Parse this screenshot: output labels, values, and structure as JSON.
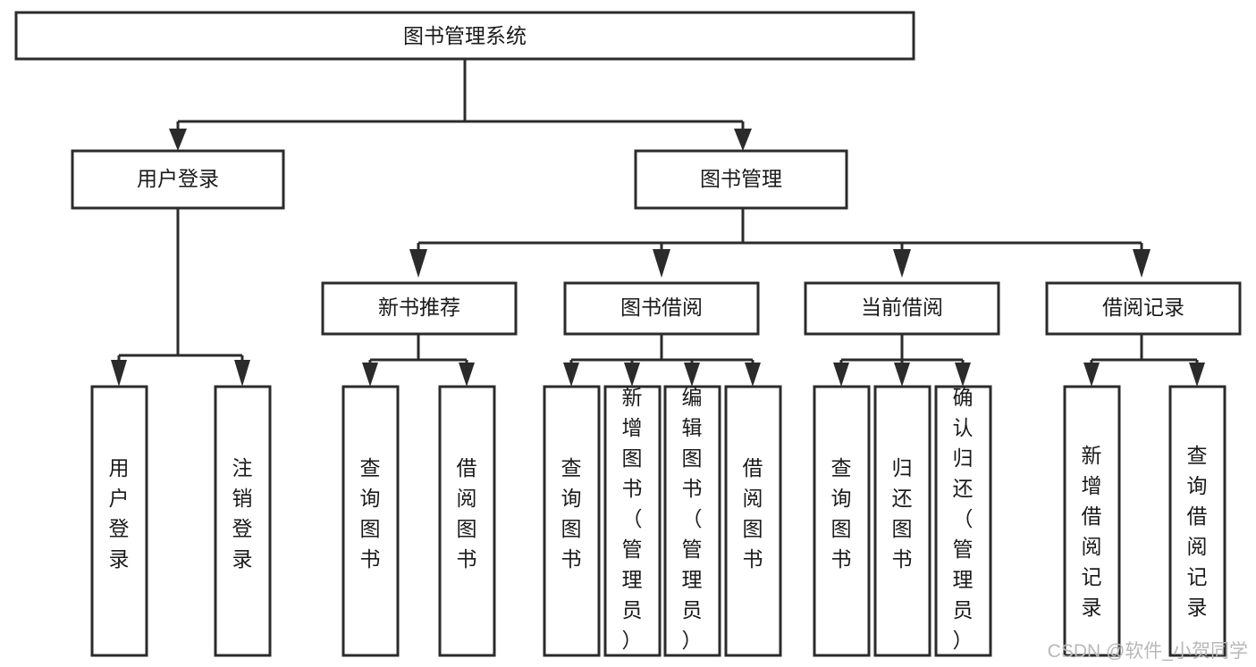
{
  "diagram": {
    "title": "图书管理系统",
    "type": "tree-hierarchy-functional-structure",
    "watermark": "CSDN @软件_小贺同学",
    "colors": {
      "background": "#ffffff",
      "box_fill": "#ffffff",
      "box_stroke": "#2b2b2b",
      "connector": "#2b2b2b",
      "text": "#1a1a1a",
      "watermark": "#b8b8b8"
    },
    "levels": {
      "root": "图书管理系统",
      "level2": [
        "用户登录",
        "图书管理"
      ],
      "level3": [
        "新书推荐",
        "图书借阅",
        "当前借阅",
        "借阅记录"
      ]
    },
    "nodes": {
      "root": {
        "label": "图书管理系统",
        "orientation": "horizontal"
      },
      "user_login": {
        "label": "用户登录",
        "orientation": "horizontal"
      },
      "book_manage": {
        "label": "图书管理",
        "orientation": "horizontal"
      },
      "new_book_rec": {
        "label": "新书推荐",
        "orientation": "horizontal"
      },
      "book_borrow": {
        "label": "图书借阅",
        "orientation": "horizontal"
      },
      "current_borrow": {
        "label": "当前借阅",
        "orientation": "horizontal"
      },
      "borrow_record": {
        "label": "借阅记录",
        "orientation": "horizontal"
      }
    },
    "leaves": {
      "user_login": [
        {
          "label": "用户登录"
        },
        {
          "label": "注销登录"
        }
      ],
      "new_book_rec": [
        {
          "label": "查询图书"
        },
        {
          "label": "借阅图书"
        }
      ],
      "book_borrow": [
        {
          "label": "查询图书"
        },
        {
          "label": "新增图书（管理员）"
        },
        {
          "label": "编辑图书（管理员）"
        },
        {
          "label": "借阅图书"
        }
      ],
      "current_borrow": [
        {
          "label": "查询图书"
        },
        {
          "label": "归还图书"
        },
        {
          "label": "确认归还（管理员）"
        }
      ],
      "borrow_record": [
        {
          "label": "新增借阅记录"
        },
        {
          "label": "查询借阅记录"
        }
      ]
    }
  }
}
